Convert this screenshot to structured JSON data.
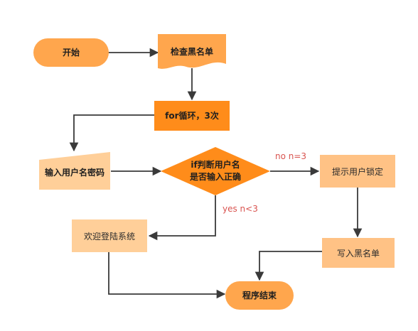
{
  "colors": {
    "orange_dark": "#FF8C1A",
    "orange_mid": "#FFA64D",
    "orange_light": "#FFC285",
    "orange_pale": "#FFCF99",
    "stroke": "#3a3a3a",
    "edge_label": "#d9534f"
  },
  "nodes": {
    "start": "开始",
    "check_blacklist": "检查黑名单",
    "for_loop": "for循环，3次",
    "input_credentials": "输入用户名密码",
    "decision_line1": "if判断用户名",
    "decision_line2": "是否输入正确",
    "notify_locked": "提示用户锁定",
    "welcome": "欢迎登陆系统",
    "write_blacklist": "写入黑名单",
    "end": "程序结束"
  },
  "edges": {
    "no_label": "no  n=3",
    "yes_label": "yes  n<3"
  }
}
